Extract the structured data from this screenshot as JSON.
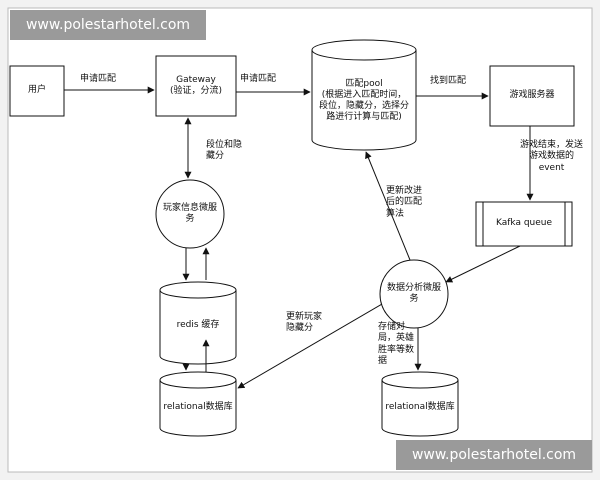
{
  "watermark": "www.polestarhotel.com",
  "nodes": {
    "user": "用户",
    "gateway": "Gateway\n(验证，分流)",
    "pool": "匹配pool\n(根据进入匹配时间，\n段位，隐藏分，选择分\n路进行计算与匹配)",
    "game_server": "游戏服务器",
    "kafka": "Kafka queue",
    "player_service": "玩家信息微服\n务",
    "redis": "redis 缓存",
    "relational_db_left": "relational数据库",
    "analytics_service": "数据分析微服\n务",
    "relational_db_right": "relational数据库"
  },
  "edges": {
    "apply_match_1": "申请匹配",
    "apply_match_2": "申请匹配",
    "found_match": "找到匹配",
    "game_end": "游戏结束，发送\n游戏数据的\nevent",
    "rank_hidden": "段位和隐\n藏分",
    "update_algorithm": "更新改进\n后的匹配\n算法",
    "update_hidden": "更新玩家\n隐藏分",
    "store_stats": "存储对\n局，英雄\n胜率等数\n据"
  }
}
